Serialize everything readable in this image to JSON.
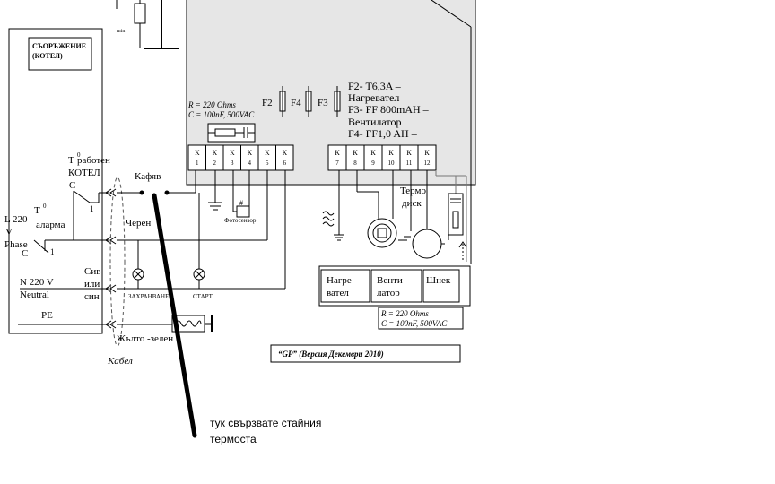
{
  "device_box": "СЪОРЪЖЕНИЕ\n(КОТЕЛ)",
  "min_label": "min",
  "left": {
    "t_work_1": "T",
    "t_work_sup": "0",
    "t_work_2": "работен",
    "t_work_3": "КОТЕЛ",
    "t_work_c": "C",
    "t_work_1b": "1",
    "t_alarm_1": "T",
    "t_alarm_sup": "0",
    "t_alarm_2": "аларма",
    "t_alarm_c": "C",
    "t_alarm_1b": "1",
    "l_220": "L 220",
    "l_v": "V",
    "phase": "Phase",
    "n_220": "N 220 V",
    "neutral": "Neutral",
    "pe": "PE"
  },
  "wires": {
    "kafyav": "Кафяв",
    "cheren": "Черен",
    "siv": "Сив",
    "ili": "или",
    "sin": "син",
    "zhalto": "Жълто -зелен",
    "kabel": "Кабел"
  },
  "lamps": {
    "power": "ЗАХРАНВАНЕ",
    "start": "СТАРТ"
  },
  "rc_left": {
    "r": "R = 220 Ohms",
    "c": "C = 100nF, 500VAC"
  },
  "rc_right": {
    "r": "R = 220 Ohms",
    "c": "C = 100nF,  500VAC"
  },
  "fuses": {
    "f2": "F2",
    "f4": "F4",
    "f3": "F3",
    "desc_1": "F2-  T6,3A –",
    "desc_2": "Нагревател",
    "desc_3": "F3-  FF 800mAH –",
    "desc_4": "Вентилатор",
    "desc_5": "F4-  FF1,0 AH –"
  },
  "terminals_left": [
    {
      "k": "К",
      "n": "1"
    },
    {
      "k": "К",
      "n": "2"
    },
    {
      "k": "К",
      "n": "3"
    },
    {
      "k": "К",
      "n": "4"
    },
    {
      "k": "К",
      "n": "5"
    },
    {
      "k": "К",
      "n": "6"
    }
  ],
  "terminals_right": [
    {
      "k": "К",
      "n": "7"
    },
    {
      "k": "К",
      "n": "8"
    },
    {
      "k": "К",
      "n": "9"
    },
    {
      "k": "К",
      "n": "10"
    },
    {
      "k": "К",
      "n": "11"
    },
    {
      "k": "К",
      "n": "12"
    }
  ],
  "photosensor": "Фотосензор",
  "photosensor_mark": "#",
  "thermo": "Термо",
  "thermo_2": "диск",
  "loads": {
    "heater_1": "Нагре-",
    "heater_2": "вател",
    "fan_1": "Венти-",
    "fan_2": "латор",
    "auger": "Шнек"
  },
  "version": "“GP”  (Версия  Декември  2010)",
  "note_1": "тук свързвате стайния",
  "note_2": "термоста"
}
